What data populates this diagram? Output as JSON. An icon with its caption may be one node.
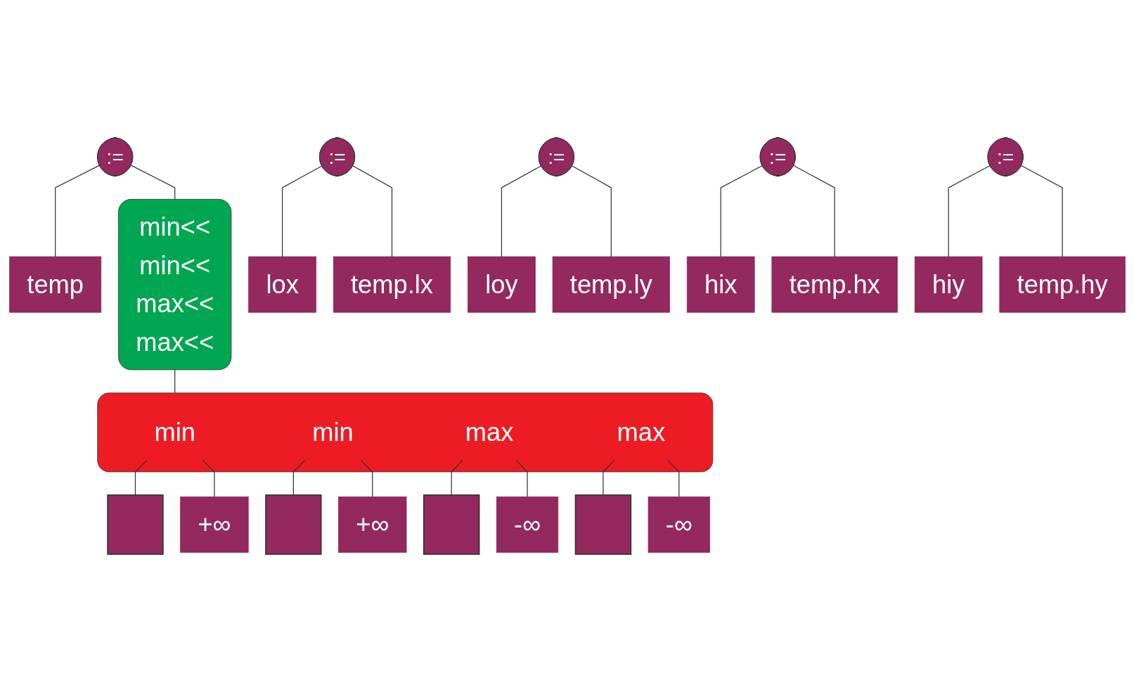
{
  "diagram": {
    "nodes": [
      {
        "text": [
          ":="
        ]
      },
      {
        "text": [
          "temp"
        ]
      },
      {
        "text": [
          "min<<",
          "min<<",
          "max<<",
          "max<<"
        ]
      },
      {
        "text": [],
        "shape": "box"
      },
      {
        "text": [
          "min"
        ],
        "in": 3
      },
      {
        "text": [
          "min"
        ],
        "in": 3
      },
      {
        "text": [
          "max"
        ],
        "in": 3
      },
      {
        "text": [
          "max"
        ],
        "in": 3
      },
      {
        "text": [],
        "shape": "grid"
      },
      {
        "text": [],
        "shape": "grid"
      },
      {
        "text": [],
        "shape": "grid"
      },
      {
        "text": [],
        "shape": "grid"
      },
      {
        "text": [
          "+∞"
        ]
      },
      {
        "text": [
          "+∞"
        ]
      },
      {
        "text": [
          "-∞"
        ]
      },
      {
        "text": [
          "-∞"
        ]
      },
      {
        "text": [
          ":="
        ]
      },
      {
        "text": [
          "lox"
        ]
      },
      {
        "text": [
          "temp.lx"
        ]
      },
      {
        "text": [
          ":="
        ]
      },
      {
        "text": [
          "loy"
        ]
      },
      {
        "text": [
          "temp.ly"
        ]
      },
      {
        "text": [
          ":="
        ]
      },
      {
        "text": [
          "hix"
        ]
      },
      {
        "text": [
          "temp.hx"
        ]
      },
      {
        "text": [
          ":="
        ]
      },
      {
        "text": [
          "hiy"
        ]
      },
      {
        "text": [
          "temp.hy"
        ]
      }
    ],
    "edges": [
      {
        "from": 0,
        "to": 1,
        "arrow": "none"
      },
      {
        "from": 0,
        "to": 2,
        "arrow": "none"
      },
      {
        "from": 2,
        "to": 3,
        "arrow": "none"
      },
      {
        "from": 4,
        "to": 8,
        "arrow": "none"
      },
      {
        "from": 4,
        "to": 12,
        "arrow": "none"
      },
      {
        "from": 5,
        "to": 9,
        "arrow": "none"
      },
      {
        "from": 5,
        "to": 13,
        "arrow": "none"
      },
      {
        "from": 6,
        "to": 10,
        "arrow": "none"
      },
      {
        "from": 6,
        "to": 14,
        "arrow": "none"
      },
      {
        "from": 7,
        "to": 11,
        "arrow": "none"
      },
      {
        "from": 7,
        "to": 15,
        "arrow": "none"
      },
      {
        "from": 16,
        "to": 17,
        "arrow": "none"
      },
      {
        "from": 16,
        "to": 18,
        "arrow": "none"
      },
      {
        "from": 19,
        "to": 20,
        "arrow": "none"
      },
      {
        "from": 19,
        "to": 21,
        "arrow": "none"
      },
      {
        "from": 22,
        "to": 23,
        "arrow": "none"
      },
      {
        "from": 22,
        "to": 24,
        "arrow": "none"
      },
      {
        "from": 25,
        "to": 26,
        "arrow": "none"
      },
      {
        "from": 25,
        "to": 27,
        "arrow": "none"
      }
    ]
  }
}
